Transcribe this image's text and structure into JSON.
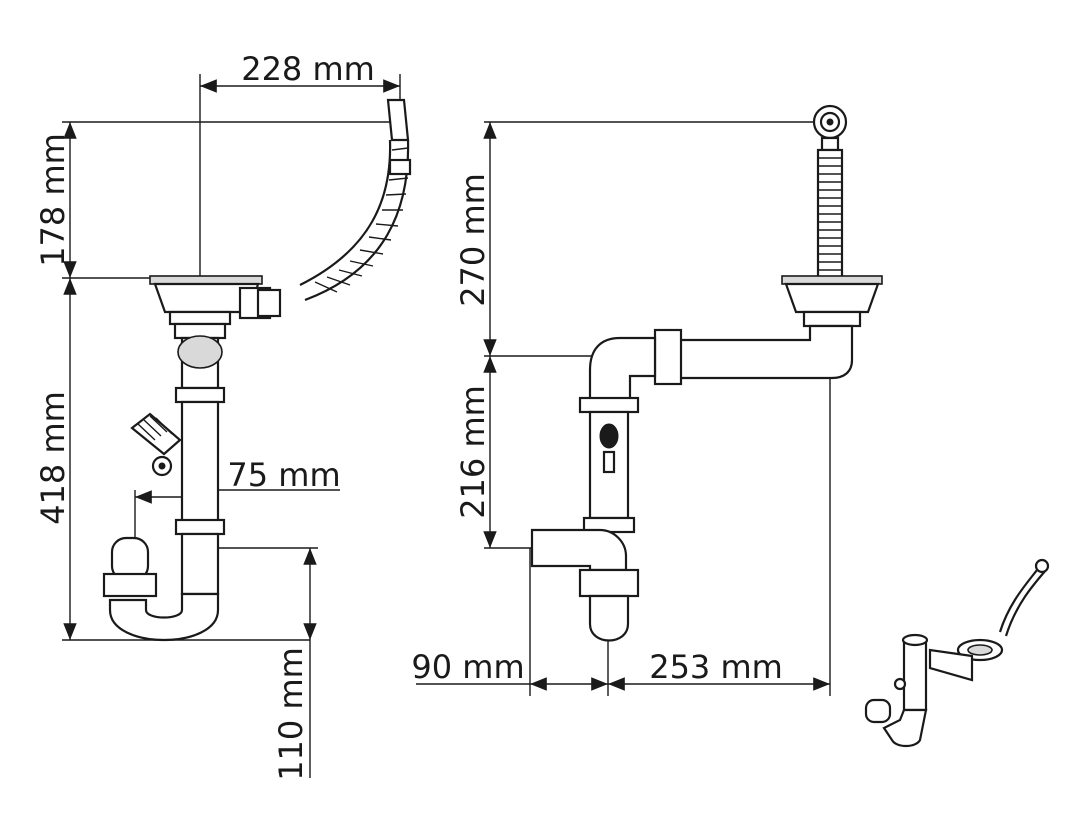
{
  "colors": {
    "line": "#1a1a1a",
    "background": "#ffffff",
    "fill": "#d9d9d9"
  },
  "dimensions": {
    "overflow_width": "228 mm",
    "overflow_height": "178 mm",
    "siphon_height": "418 mm",
    "outlet_offset": "75 mm",
    "trap_depth": "110 mm",
    "strainer_height": "270 mm",
    "side_inlet_height": "216 mm",
    "side_inlet_length": "90 mm",
    "horizontal_length": "253 mm"
  }
}
